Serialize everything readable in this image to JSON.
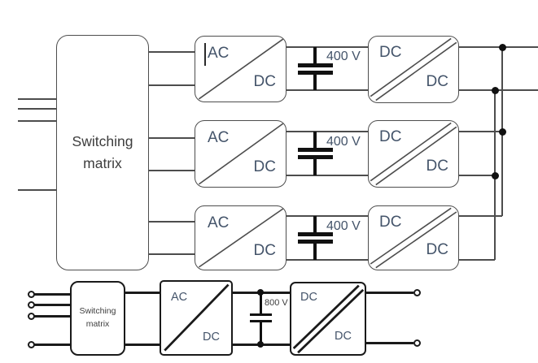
{
  "colors": {
    "top_stroke": "#4d4d4d",
    "bottom_stroke": "#1a1a1a",
    "label_color": "#44546a",
    "matrix_text_color": "#3d3d3d"
  },
  "top": {
    "switching_matrix": {
      "line1": "Switching",
      "line2": "matrix"
    },
    "rows": [
      {
        "acdc_in": "AC",
        "acdc_out": "DC",
        "voltage": "400 V",
        "dcdc_in": "DC",
        "dcdc_out": "DC"
      },
      {
        "acdc_in": "AC",
        "acdc_out": "DC",
        "voltage": "400 V",
        "dcdc_in": "DC",
        "dcdc_out": "DC"
      },
      {
        "acdc_in": "AC",
        "acdc_out": "DC",
        "voltage": "400 V",
        "dcdc_in": "DC",
        "dcdc_out": "DC"
      }
    ]
  },
  "bottom": {
    "switching_matrix": {
      "line1": "Switching",
      "line2": "matrix"
    },
    "acdc_in": "AC",
    "acdc_out": "DC",
    "voltage": "800 V",
    "dcdc_in": "DC",
    "dcdc_out": "DC"
  }
}
